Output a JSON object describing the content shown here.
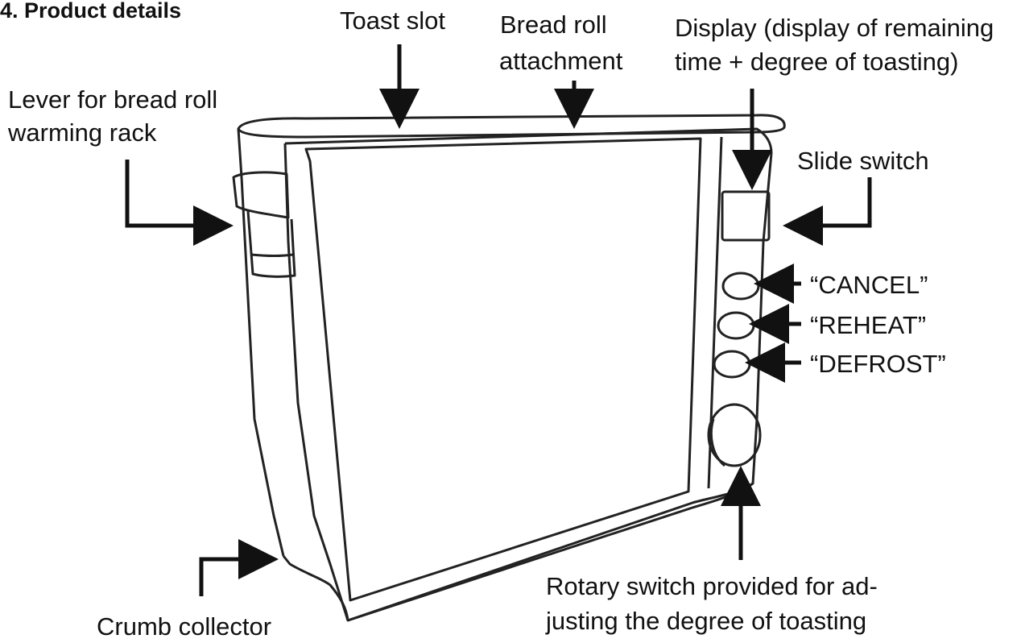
{
  "title": "4. Product details",
  "labels": {
    "toast_slot": "Toast slot",
    "bread_roll_attachment_1": "Bread roll",
    "bread_roll_attachment_2": "attachment",
    "display_1": "Display (display of remaining",
    "display_2": "time + degree of toasting)",
    "lever_1": "Lever for bread roll",
    "lever_2": "warming rack",
    "slide_switch": "Slide switch",
    "cancel": "“CANCEL”",
    "reheat": "“REHEAT”",
    "defrost": "“DEFROST”",
    "rotary_1": "Rotary switch provided for ad-",
    "rotary_2": "justing the degree of toasting",
    "crumb_collector": "Crumb collector"
  }
}
